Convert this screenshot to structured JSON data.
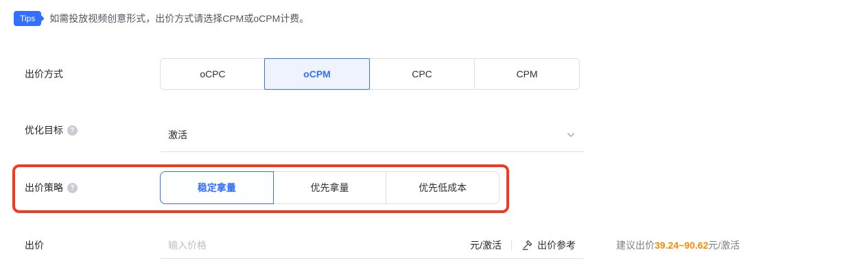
{
  "tips": {
    "badge": "Tips",
    "text": "如需投放视频创意形式，出价方式请选择CPM或oCPM计费。"
  },
  "bid_method": {
    "label": "出价方式",
    "options": [
      {
        "label": "oCPC",
        "selected": false
      },
      {
        "label": "oCPM",
        "selected": true
      },
      {
        "label": "CPC",
        "selected": false
      },
      {
        "label": "CPM",
        "selected": false
      }
    ]
  },
  "optimization_goal": {
    "label": "优化目标",
    "help_glyph": "?",
    "value": "激活"
  },
  "bid_strategy": {
    "label": "出价策略",
    "help_glyph": "?",
    "options": [
      {
        "label": "稳定拿量",
        "selected": true
      },
      {
        "label": "优先拿量",
        "selected": false
      },
      {
        "label": "优先低成本",
        "selected": false
      }
    ]
  },
  "bid": {
    "label": "出价",
    "placeholder": "输入价格",
    "value": "",
    "unit": "元/激活",
    "reference_label": "出价参考",
    "suggestion_prefix": "建议出价",
    "suggestion_range": "39.24~90.62",
    "suggestion_suffix": "元/激活"
  },
  "colors": {
    "primary_blue": "#3370ff",
    "selected_bg": "#eef3fe",
    "annotation_red": "#f5391c",
    "suggestion_orange": "#ff8800",
    "border_gray": "#dee0e3",
    "text_dark": "#1f2329",
    "text_gray": "#646a73"
  }
}
